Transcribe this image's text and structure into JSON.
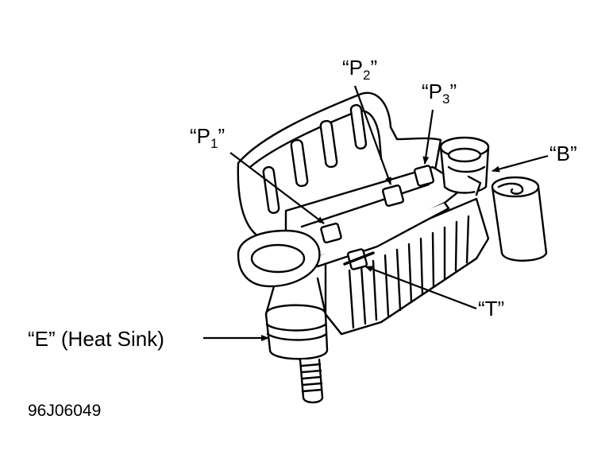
{
  "labels": {
    "p1_prefix": "“P",
    "p1_sub": "1",
    "p1_suffix": "”",
    "p2_prefix": "“P",
    "p2_sub": "2",
    "p2_suffix": "”",
    "p3_prefix": "“P",
    "p3_sub": "3",
    "p3_suffix": "”",
    "b": "“B”",
    "t": "“T”",
    "e": "“E” (Heat Sink)"
  },
  "figure_code": "96J06049",
  "colors": {
    "ink": "#000000",
    "paper": "#ffffff"
  }
}
